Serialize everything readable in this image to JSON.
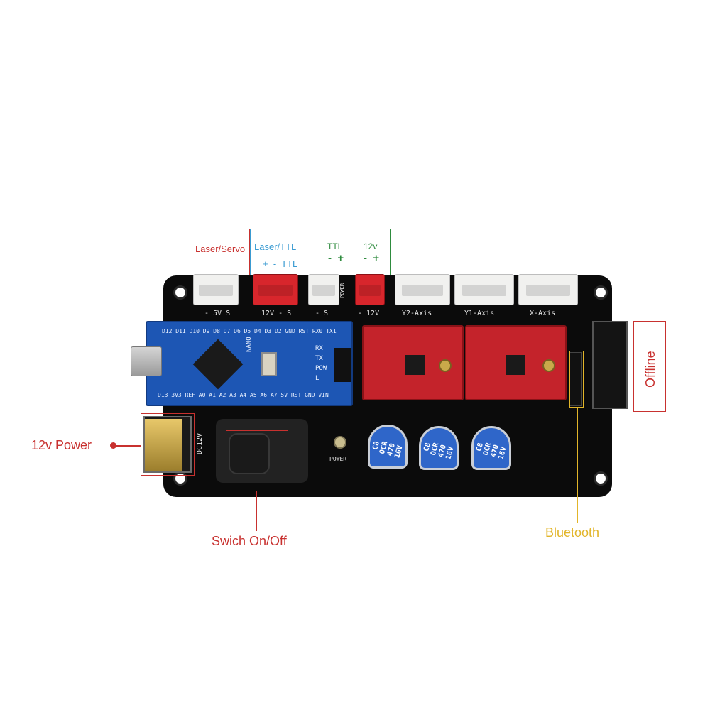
{
  "labels": {
    "laser_servo": "Laser/Servo",
    "laser_ttl": "Laser/TTL",
    "laser_ttl_pins": "+  -  TTL",
    "ttl": "TTL",
    "ttl_pins": "-  +",
    "twelve_v": "12v",
    "twelve_v_pins": "-  +",
    "offline": "Offline",
    "power": "12v Power",
    "switch": "Swich On/Off",
    "bluetooth": "Bluetooth"
  },
  "silkscreen": {
    "p1": "- 5V S",
    "p2": "12V - S",
    "p3": "- S",
    "p4": "- 12V",
    "power_small": "POWER",
    "y2": "Y2-Axis",
    "y1": "Y1-Axis",
    "x": "X-Axis",
    "power_led": "POWER",
    "dc": "DC12V"
  },
  "nano": {
    "top_pins": "D12 D11 D10 D9 D8 D7 D6 D5 D4 D3 D2 GND RST RX0 TX1",
    "bottom_pins": "D13 3V3 REF A0 A1 A2 A3 A4 A5 A6 A7 5V RST GND VIN",
    "name": "NANO",
    "leds": [
      "RX",
      "TX",
      "POW",
      "L"
    ]
  },
  "capacitor": {
    "line1": "C8",
    "line2": "OCR",
    "line3": "470",
    "line4": "16V"
  },
  "colors": {
    "red_callout": "#c8312f",
    "blue_callout": "#3a9bd2",
    "green_callout": "#2e8b3e",
    "bluetooth_callout": "#e2b52a"
  }
}
